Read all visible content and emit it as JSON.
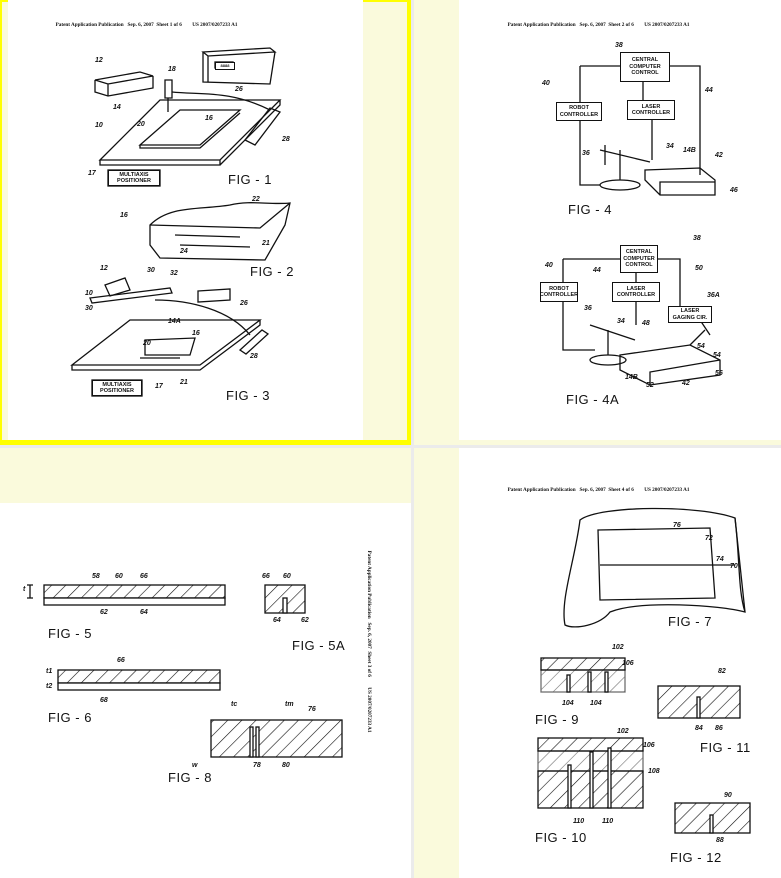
{
  "header": {
    "publication": "Patent Application Publication",
    "date": "Sep. 6, 2007",
    "number": "US 2007/0207233 A1",
    "sheets": [
      "Sheet 1 of 6",
      "Sheet 2 of 6",
      "Sheet 3 of 6",
      "Sheet 4 of 6"
    ]
  },
  "pages": [
    {
      "figures": [
        "FIG - 1",
        "FIG - 2",
        "FIG - 3"
      ],
      "boxes": {
        "positioner_1": "MULTIAXIS POSITIONER",
        "positioner_3": "MULTIAXIS POSITIONER",
        "display": "8888"
      },
      "refs": [
        "12",
        "18",
        "26",
        "14",
        "16",
        "10",
        "20",
        "28",
        "17",
        "22",
        "16",
        "24",
        "21",
        "12",
        "30",
        "32",
        "26",
        "30",
        "10",
        "14A",
        "16",
        "20",
        "28",
        "21",
        "17"
      ]
    },
    {
      "figures": [
        "FIG - 4",
        "FIG - 4A"
      ],
      "boxes": {
        "central": "CENTRAL COMPUTER CONTROL",
        "robot": "ROBOT CONTROLLER",
        "laser": "LASER CONTROLLER",
        "central_a": "CENTRAL COMPUTER CONTROL",
        "robot_a": "ROBOT CONTROLLER",
        "laser_a": "LASER CONTROLLER",
        "gaging": "LASER GAGING CIR."
      },
      "refs": [
        "38",
        "40",
        "44",
        "36",
        "34",
        "14B",
        "42",
        "46",
        "38",
        "40",
        "44",
        "50",
        "36A",
        "36",
        "34",
        "48",
        "54",
        "54",
        "56",
        "14B",
        "52",
        "42"
      ]
    },
    {
      "figures": [
        "FIG - 5",
        "FIG - 5A",
        "FIG - 6",
        "FIG - 8"
      ],
      "refs": [
        "58",
        "60",
        "66",
        "t",
        "62",
        "64",
        "66",
        "60",
        "64",
        "62",
        "66",
        "t1",
        "t2",
        "68",
        "tc",
        "tm",
        "76",
        "w",
        "78",
        "80"
      ]
    },
    {
      "figures": [
        "FIG - 7",
        "FIG - 9",
        "FIG - 10",
        "FIG - 11",
        "FIG - 12"
      ],
      "refs": [
        "76",
        "72",
        "74",
        "70",
        "102",
        "106",
        "104",
        "104",
        "82",
        "84",
        "86",
        "102",
        "106",
        "108",
        "110",
        "110",
        "90",
        "88"
      ]
    }
  ],
  "colors": {
    "selection": "#ffff00",
    "cell": "#fafadc",
    "divider": "#ebebeb"
  }
}
